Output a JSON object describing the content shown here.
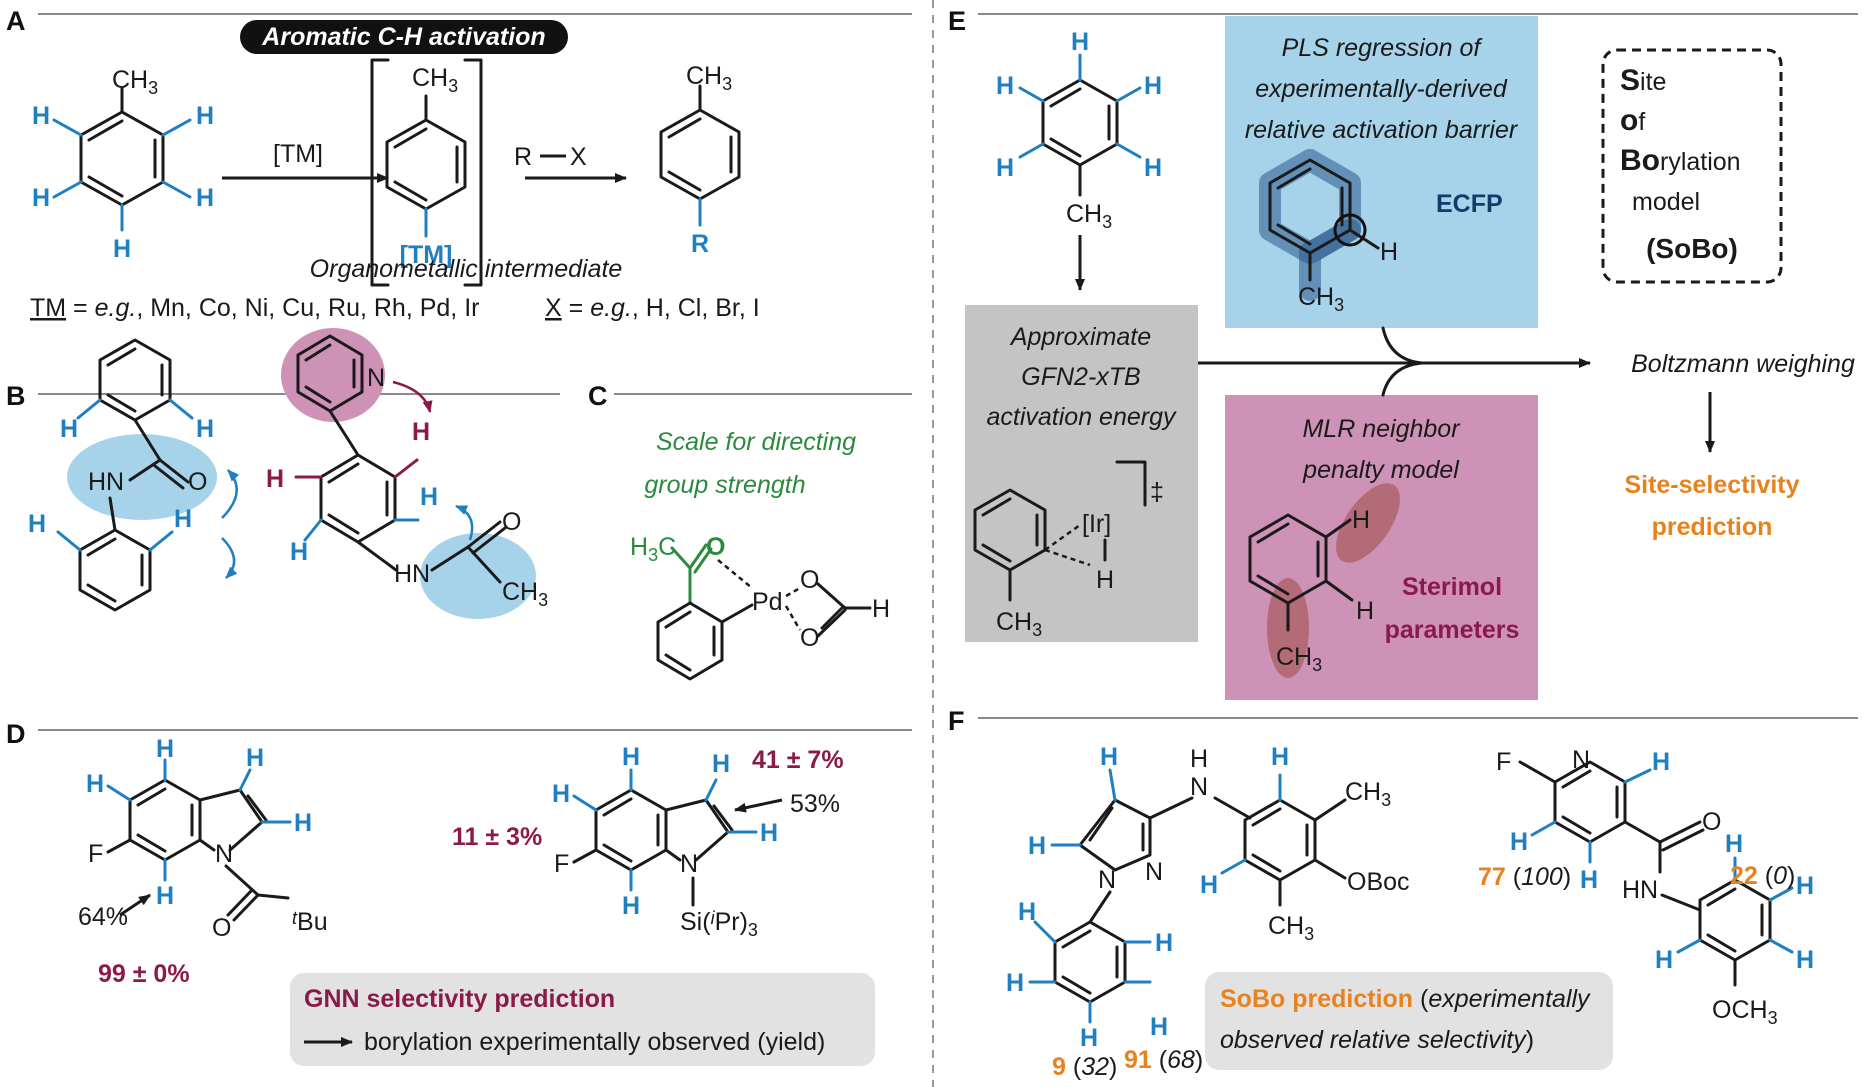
{
  "colors": {
    "blue_h": "#1f7fc1",
    "maroon": "#8b1a4a",
    "orange": "#e8821e",
    "green": "#2c8a3e",
    "ecfp_box": "#a7d3ea",
    "mlr_box": "#cd92b6",
    "gfn_box": "#c4c4c4",
    "gnn_box": "#e2e2e2"
  },
  "panels": {
    "a": "A",
    "b": "B",
    "c": "C",
    "d": "D",
    "e": "E",
    "f": "F"
  },
  "panel_a": {
    "banner": "Aromatic C-H activation",
    "ch3": "CH",
    "sub3": "3",
    "tm_label": "[TM]",
    "tm_bracket_label": "[TM]",
    "rx_r": "R",
    "rx_x": "X",
    "r_label": "R",
    "h": "H",
    "intermediate": "Organometallic intermediate",
    "tm_def_key": "TM",
    "tm_def_eq": " = ",
    "tm_def_eg": "e.g.",
    "tm_def_list": ", Mn, Co, Ni, Cu, Ru, Rh, Pd, Ir",
    "x_def_key": "X",
    "x_def_list": ", H, Cl, Br, I"
  },
  "panel_b": {
    "hn": "HN",
    "o": "O",
    "n": "N",
    "h": "H",
    "ch3": "CH",
    "sub3": "3"
  },
  "panel_c": {
    "title_line1": "Scale for directing",
    "title_line2": "group strength",
    "h3c_h": "H",
    "h3c_c": "C",
    "sub3": "3",
    "o": "O",
    "pd": "Pd",
    "h": "H"
  },
  "panel_d": {
    "h": "H",
    "f": "F",
    "n": "N",
    "o": "O",
    "tbu_t": "t",
    "tbu_bu": "Bu",
    "si_prefix": "Si(",
    "si_i": "i",
    "si_suffix": "Pr)",
    "sub3": "3",
    "pred_99": "99 ± 0%",
    "obs_64": "64%",
    "pred_41": "41 ± 7%",
    "obs_53": "53%",
    "pred_11": "11 ± 3%",
    "legend_title": "GNN selectivity prediction",
    "legend_text": "borylation experimentally observed (yield)"
  },
  "panel_e": {
    "h": "H",
    "ch3": "CH",
    "sub3": "3",
    "pls_line1": "PLS regression of",
    "pls_line2": "experimentally-derived",
    "pls_line3": "relative activation barrier",
    "ecfp": "ECFP",
    "gfn_line1": "Approximate",
    "gfn_line2": "GFN2-xTB",
    "gfn_line3": "activation energy",
    "ir": "[Ir]",
    "dagger": "‡",
    "mlr_line1": "MLR neighbor",
    "mlr_line2": "penalty model",
    "sterimol_line1": "Sterimol",
    "sterimol_line2": "parameters",
    "sobo_s": "S",
    "sobo_ite": "ite",
    "sobo_o": "o",
    "sobo_f": "f",
    "sobo_bo": "Bo",
    "sobo_rylation": "rylation",
    "sobo_model": "model",
    "sobo_abbr": "(SoBo)",
    "boltzmann": "Boltzmann weighing",
    "site_line1": "Site-selectivity",
    "site_line2": "prediction"
  },
  "panel_f": {
    "h": "H",
    "n": "N",
    "f": "F",
    "o": "O",
    "hn": "HN",
    "ch3": "CH",
    "sub3": "3",
    "oboc": "OBoc",
    "och3": "OCH",
    "v9": "9",
    "v9_obs": "32",
    "v91": "91",
    "v91_obs": "68",
    "v77": "77",
    "v77_obs": "100",
    "v22": "22",
    "v22_obs": "0",
    "legend_bold": "SoBo prediction",
    "legend_paren": " (",
    "legend_italic1": "experimentally",
    "legend_italic2": "observed relative selectivity",
    "legend_close": ")"
  }
}
